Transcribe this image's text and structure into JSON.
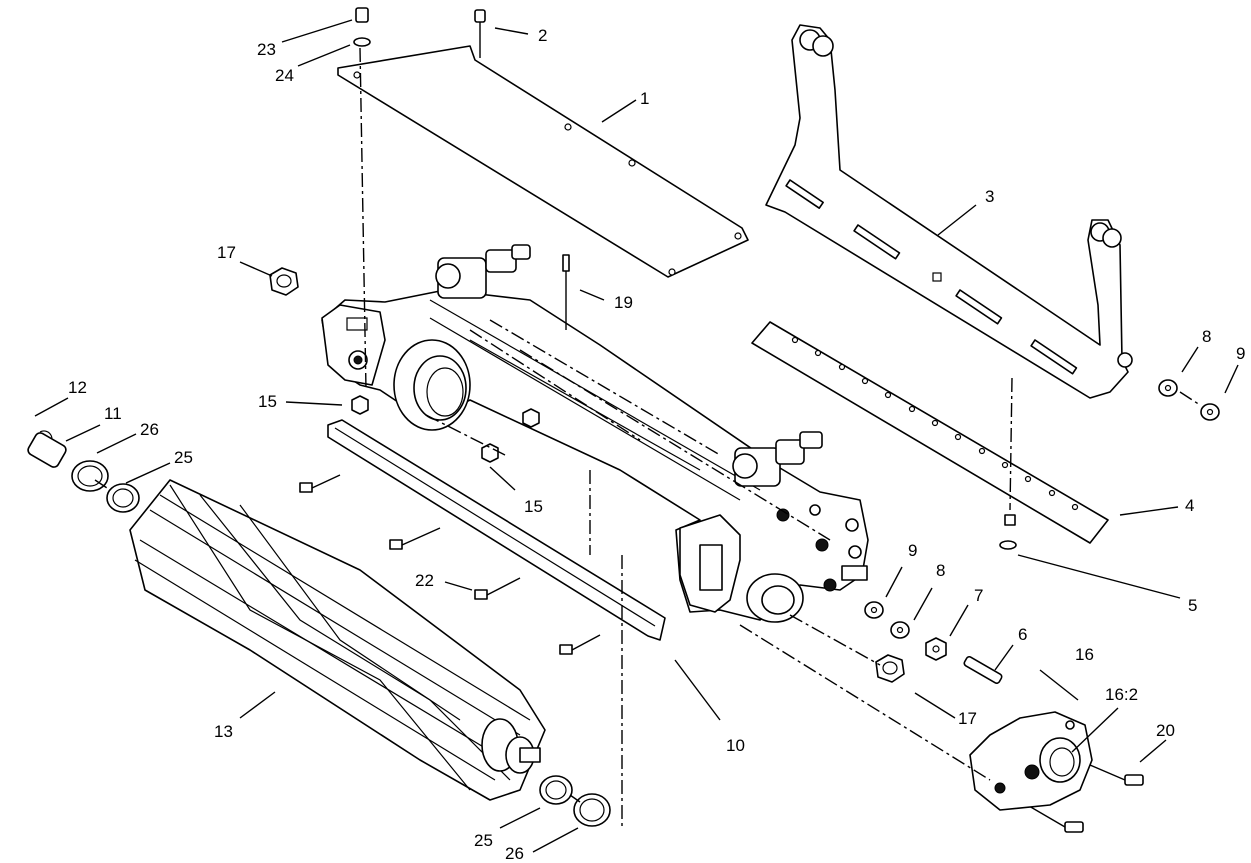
{
  "callouts": {
    "c1": "1",
    "c2": "2",
    "c3": "3",
    "c4": "4",
    "c5": "5",
    "c6": "6",
    "c7": "7",
    "c8_right": "8",
    "c8_lower": "8",
    "c9_right": "9",
    "c9_lower": "9",
    "c10": "10",
    "c11": "11",
    "c12": "12",
    "c13": "13",
    "c15_left": "15",
    "c15_center": "15",
    "c16": "16",
    "c16_2": "16:2",
    "c17_left": "17",
    "c17_lower": "17",
    "c19": "19",
    "c20": "20",
    "c22": "22",
    "c23": "23",
    "c24": "24",
    "c25_left": "25",
    "c25_lower": "25",
    "c26_left": "26",
    "c26_lower": "26"
  }
}
